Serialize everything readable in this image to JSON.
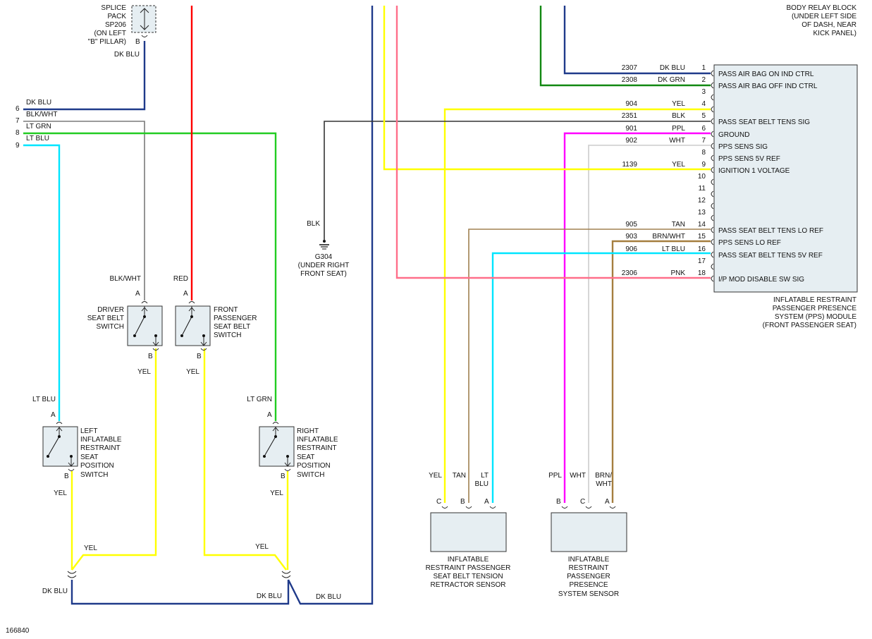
{
  "colors": {
    "dk_blu": "#1f3a8a",
    "red": "#ff0000",
    "yel": "#ffff00",
    "lt_grn": "#22cc22",
    "lt_blu": "#00e5ff",
    "blk": "#333333",
    "blk_wht": "#7a7a7a",
    "pnk": "#ff6f8a",
    "dk_grn": "#118811",
    "tan": "#a08050",
    "brn_wht": "#a57e3f",
    "ppl": "#ff00ff",
    "wht": "#cccccc",
    "sensor_fill": "#e6eef2"
  },
  "splice": {
    "lines": [
      "SPLICE",
      "PACK",
      "SP206",
      "(ON LEFT",
      "\"B\" PILLAR)"
    ],
    "pin_b": "B",
    "wire_label": "DK BLU"
  },
  "left_rows": [
    {
      "num": "6",
      "label": "DK BLU"
    },
    {
      "num": "7",
      "label": "BLK/WHT"
    },
    {
      "num": "8",
      "label": "LT GRN"
    },
    {
      "num": "9",
      "label": "LT BLU"
    }
  ],
  "ground": {
    "wire_label": "BLK",
    "lines": [
      "G304",
      "(UNDER RIGHT",
      "FRONT SEAT)"
    ]
  },
  "relay_block": {
    "lines": [
      "BODY RELAY BLOCK",
      "(UNDER LEFT SIDE",
      "OF DASH, NEAR",
      "KICK PANEL)"
    ]
  },
  "module": {
    "caption": [
      "INFLATABLE RESTRAINT",
      "PASSENGER PRESENCE",
      "SYSTEM (PPS) MODULE",
      "(FRONT PASSENGER SEAT)"
    ],
    "pins": [
      {
        "pin": "1",
        "circuit": "2307",
        "color": "DK BLU",
        "func": "PASS AIR BAG ON IND CTRL"
      },
      {
        "pin": "2",
        "circuit": "2308",
        "color": "DK GRN",
        "func": "PASS AIR BAG OFF IND CTRL"
      },
      {
        "pin": "3",
        "circuit": "",
        "color": "",
        "func": ""
      },
      {
        "pin": "4",
        "circuit": "904",
        "color": "YEL",
        "func": ""
      },
      {
        "pin": "5",
        "circuit": "2351",
        "color": "BLK",
        "func": "PASS SEAT BELT TENS SIG"
      },
      {
        "pin": "6",
        "circuit": "901",
        "color": "PPL",
        "func": "GROUND"
      },
      {
        "pin": "7",
        "circuit": "902",
        "color": "WHT",
        "func": "PPS SENS SIG"
      },
      {
        "pin": "8",
        "circuit": "",
        "color": "",
        "func": "PPS SENS 5V REF"
      },
      {
        "pin": "9",
        "circuit": "1139",
        "color": "YEL",
        "func": "IGNITION 1 VOLTAGE"
      },
      {
        "pin": "10",
        "circuit": "",
        "color": "",
        "func": ""
      },
      {
        "pin": "11",
        "circuit": "",
        "color": "",
        "func": ""
      },
      {
        "pin": "12",
        "circuit": "",
        "color": "",
        "func": ""
      },
      {
        "pin": "13",
        "circuit": "",
        "color": "",
        "func": ""
      },
      {
        "pin": "14",
        "circuit": "905",
        "color": "TAN",
        "func": "PASS SEAT BELT TENS LO REF"
      },
      {
        "pin": "15",
        "circuit": "903",
        "color": "BRN/WHT",
        "func": "PPS SENS LO REF"
      },
      {
        "pin": "16",
        "circuit": "906",
        "color": "LT BLU",
        "func": "PASS SEAT BELT TENS 5V REF"
      },
      {
        "pin": "17",
        "circuit": "",
        "color": "",
        "func": ""
      },
      {
        "pin": "18",
        "circuit": "2306",
        "color": "PNK",
        "func": "I/P MOD DISABLE SW SIG"
      }
    ]
  },
  "driver_switch": {
    "lines": [
      "DRIVER",
      "SEAT BELT",
      "SWITCH"
    ],
    "pin_a": "A",
    "pin_b": "B",
    "wire_a": "BLK/WHT",
    "wire_b": "YEL"
  },
  "pass_switch": {
    "lines": [
      "FRONT",
      "PASSENGER",
      "SEAT BELT",
      "SWITCH"
    ],
    "pin_a": "A",
    "pin_b": "B",
    "wire_a": "RED",
    "wire_b": "YEL"
  },
  "left_pos_switch": {
    "lines": [
      "LEFT",
      "INFLATABLE",
      "RESTRAINT",
      "SEAT",
      "POSITION",
      "SWITCH"
    ],
    "pin_a": "A",
    "pin_b": "B",
    "wire_a": "LT BLU",
    "wire_b": "YEL"
  },
  "right_pos_switch": {
    "lines": [
      "RIGHT",
      "INFLATABLE",
      "RESTRAINT",
      "SEAT",
      "POSITION",
      "SWITCH"
    ],
    "pin_a": "A",
    "pin_b": "B",
    "wire_a": "LT GRN",
    "wire_b": "YEL"
  },
  "bottom": {
    "yel_left": "YEL",
    "yel_right": "YEL",
    "dkblu_left": "DK BLU",
    "dkblu_mid": "DK BLU",
    "dkblu_right": "DK BLU"
  },
  "tension_sensor": {
    "caption": [
      "INFLATABLE",
      "RESTRAINT PASSENGER",
      "SEAT BELT TENSION",
      "RETRACTOR SENSOR"
    ],
    "pins": [
      "C",
      "B",
      "A"
    ],
    "wires": [
      "YEL",
      "TAN",
      "LT",
      "BLU"
    ]
  },
  "presence_sensor": {
    "caption": [
      "INFLATABLE",
      "RESTRAINT",
      "PASSENGER",
      "PRESENCE",
      "SYSTEM SENSOR"
    ],
    "pins": [
      "B",
      "C",
      "A"
    ],
    "wires": [
      "PPL",
      "WHT",
      "BRN/",
      "WHT"
    ]
  },
  "figure_id": "166840"
}
